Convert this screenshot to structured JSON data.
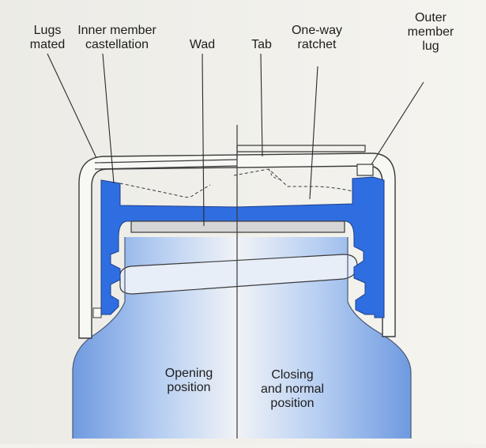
{
  "labels": {
    "lugs_mated": "Lugs\nmated",
    "inner_member_castellation": "Inner member\ncastellation",
    "wad": "Wad",
    "tab": "Tab",
    "one_way_ratchet": "One-way\nratchet",
    "outer_member_lug": "Outer\nmember\nlug",
    "opening_position": "Opening\nposition",
    "closing_position": "Closing\nand normal\nposition"
  },
  "colors": {
    "page": "#f3f1ec",
    "inner_member": "#2f6ee0",
    "bottle_glass": "#a9c6f0",
    "outline": "#3a3a3a",
    "text": "#1d1d1d"
  }
}
